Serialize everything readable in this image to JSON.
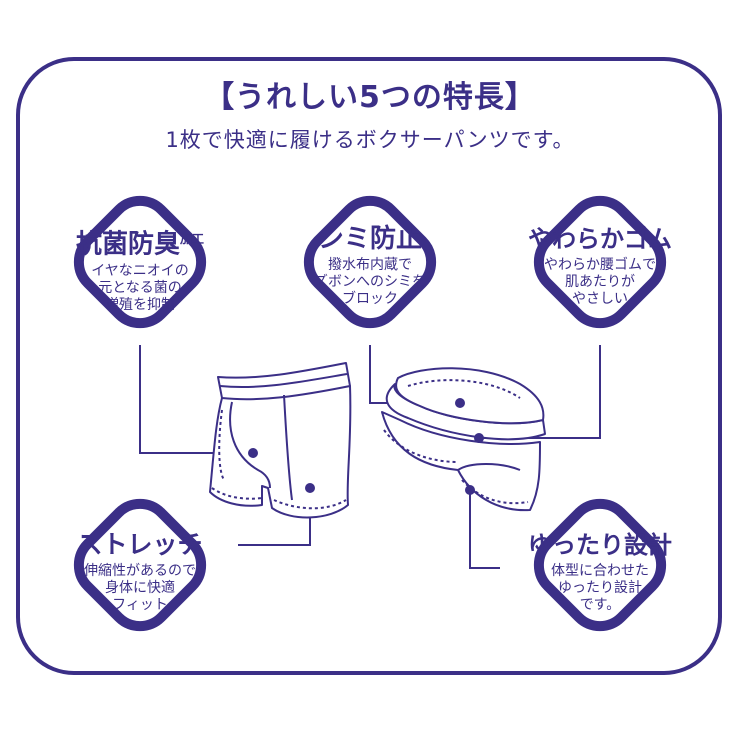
{
  "header": {
    "title": "【うれしい5つの特長】",
    "subtitle": "1枚で快適に履けるボクサーパンツです。"
  },
  "features": [
    {
      "id": "antibacterial",
      "title": "抗菌防臭",
      "title_sup": "加工",
      "desc": [
        "イヤなニオイの",
        "元となる菌の",
        "増殖を抑制"
      ]
    },
    {
      "id": "stain-guard",
      "title": "シミ防止",
      "desc": [
        "撥水布内蔵で",
        "ズボンへのシミを",
        "ブロック"
      ]
    },
    {
      "id": "soft-rubber",
      "title": "やわらかゴム",
      "desc": [
        "やわらか腰ゴムで",
        "肌あたりが",
        "やさしい"
      ]
    },
    {
      "id": "stretch",
      "title": "ストレッチ",
      "desc": [
        "伸縮性があるので",
        "身体に快適",
        "フィット"
      ]
    },
    {
      "id": "loose-fit",
      "title": "ゆったり設計",
      "desc": [
        "体型に合わせた",
        "ゆったり設計",
        "です。"
      ]
    }
  ],
  "colors": {
    "accent": "#3b2f87",
    "background": "#ffffff"
  }
}
